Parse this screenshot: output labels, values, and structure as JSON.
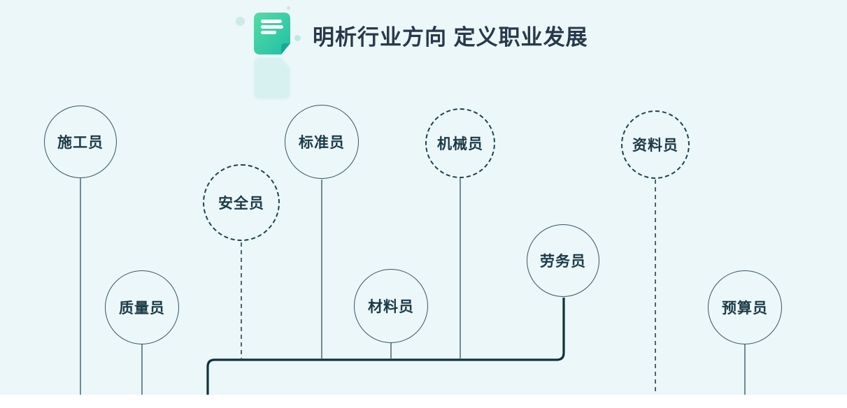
{
  "header": {
    "title": "明析行业方向 定义职业发展",
    "icon": "document-icon"
  },
  "diagram": {
    "nodes": [
      {
        "label": "施工员",
        "variant": "solid"
      },
      {
        "label": "安全员",
        "variant": "dashed"
      },
      {
        "label": "标准员",
        "variant": "solid"
      },
      {
        "label": "机械员",
        "variant": "dashed"
      },
      {
        "label": "资料员",
        "variant": "dashed"
      },
      {
        "label": "质量员",
        "variant": "solid"
      },
      {
        "label": "材料员",
        "variant": "solid"
      },
      {
        "label": "劳务员",
        "variant": "solid"
      },
      {
        "label": "预算员",
        "variant": "solid"
      }
    ]
  },
  "colors": {
    "background": "#ebf7f9",
    "bottom_strip": "#ffffff",
    "title_text": "#29394a",
    "node_text": "#1c3a46",
    "node_border_solid": "#3a565f",
    "node_border_dashed": "#22414c",
    "connector_thin": "#31505b",
    "connector_thick": "#11313a",
    "icon_gradient_start": "#55dba5",
    "icon_gradient_end": "#1fc0a6",
    "icon_fold": "#18a98f",
    "icon_bars": "#ffffff"
  }
}
